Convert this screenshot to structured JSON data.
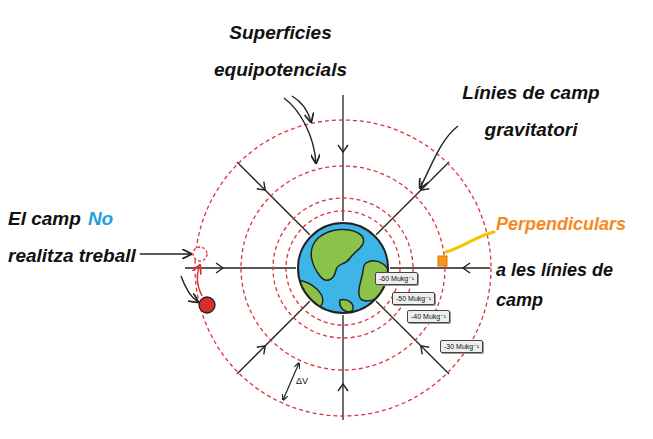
{
  "diagram": {
    "nodes": [
      {
        "text": [
          "-60 Mukg⁻¹"
        ]
      },
      {
        "text": [
          "-50 Mukg⁻¹"
        ]
      },
      {
        "text": [
          "-40 Mukg⁻¹"
        ]
      },
      {
        "text": [
          "-30 Mukg⁻¹"
        ]
      }
    ],
    "labels": [
      "Superficies equipotencials",
      "Línies de camp gravitatori",
      "El camp",
      "No",
      "Perpendiculars",
      "realitza treball",
      "a les línies de camp",
      "ΔV"
    ]
  }
}
